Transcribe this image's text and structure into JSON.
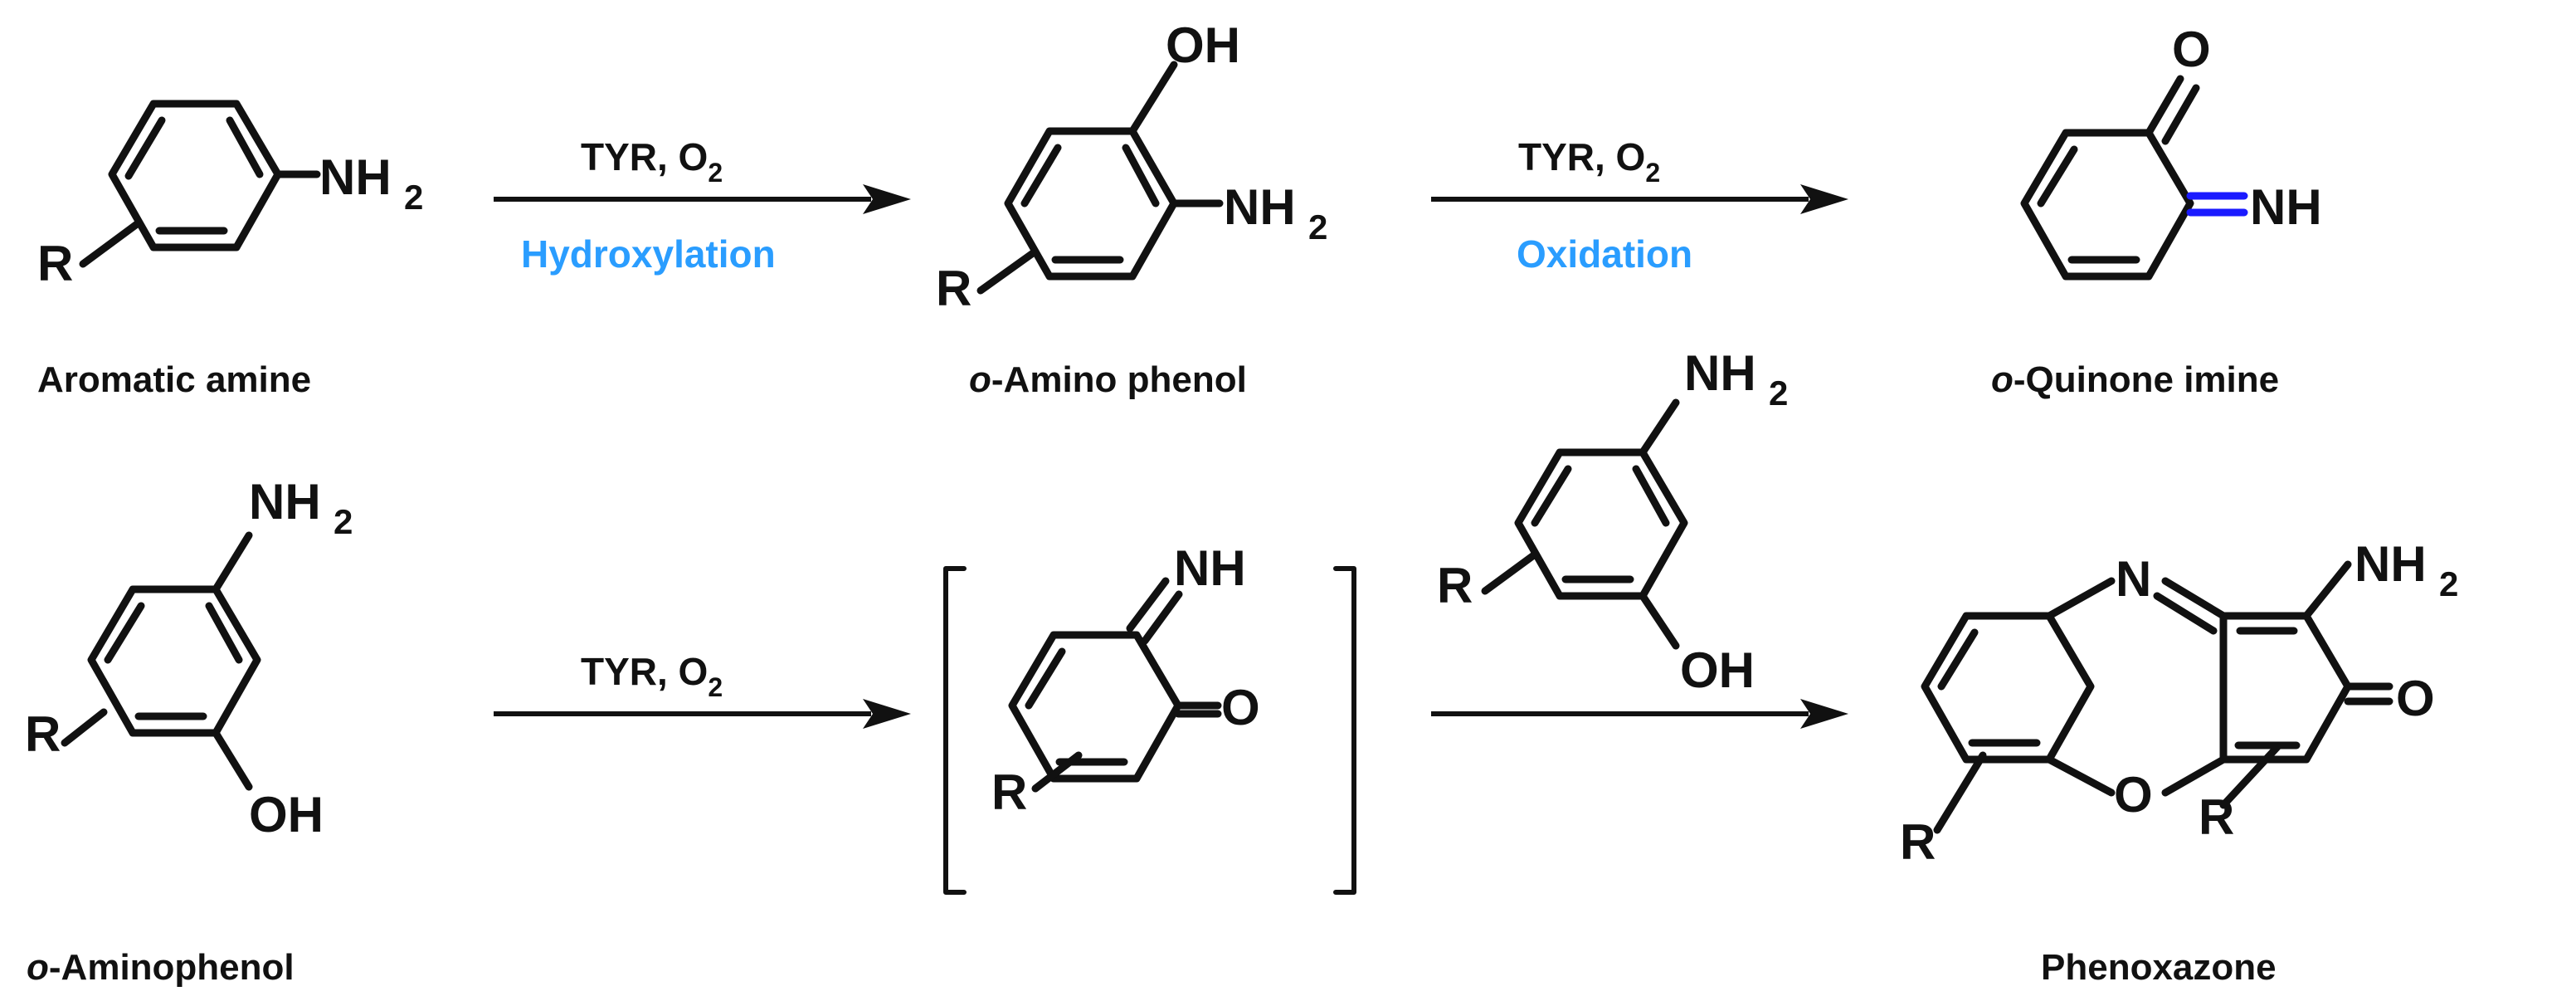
{
  "colors": {
    "ink": "#111111",
    "hydroxyl_red": "#ff1a1a",
    "imine_blue": "#1a1aff",
    "step_label_blue": "#2a9dff"
  },
  "atoms": {
    "R": "R",
    "NH": "NH",
    "N": "N",
    "H": "H",
    "O": "O",
    "OH": "OH",
    "two": "2"
  },
  "row1": {
    "compound1_label": "Aromatic amine",
    "arrow1_reagent": "TYR, O",
    "arrow1_reagent_sub": "2",
    "arrow1_step": "Hydroxylation",
    "compound2_label_prefix": "o",
    "compound2_label_rest": "-Amino phenol",
    "arrow2_reagent": "TYR, O",
    "arrow2_reagent_sub": "2",
    "arrow2_step": "Oxidation",
    "compound3_label_prefix": "o",
    "compound3_label_rest": "-Quinone imine"
  },
  "row2": {
    "compound1_label_prefix": "o",
    "compound1_label_rest": "-Aminophenol",
    "arrow1_reagent": "TYR, O",
    "arrow1_reagent_sub": "2",
    "product_label": "Phenoxazone"
  }
}
